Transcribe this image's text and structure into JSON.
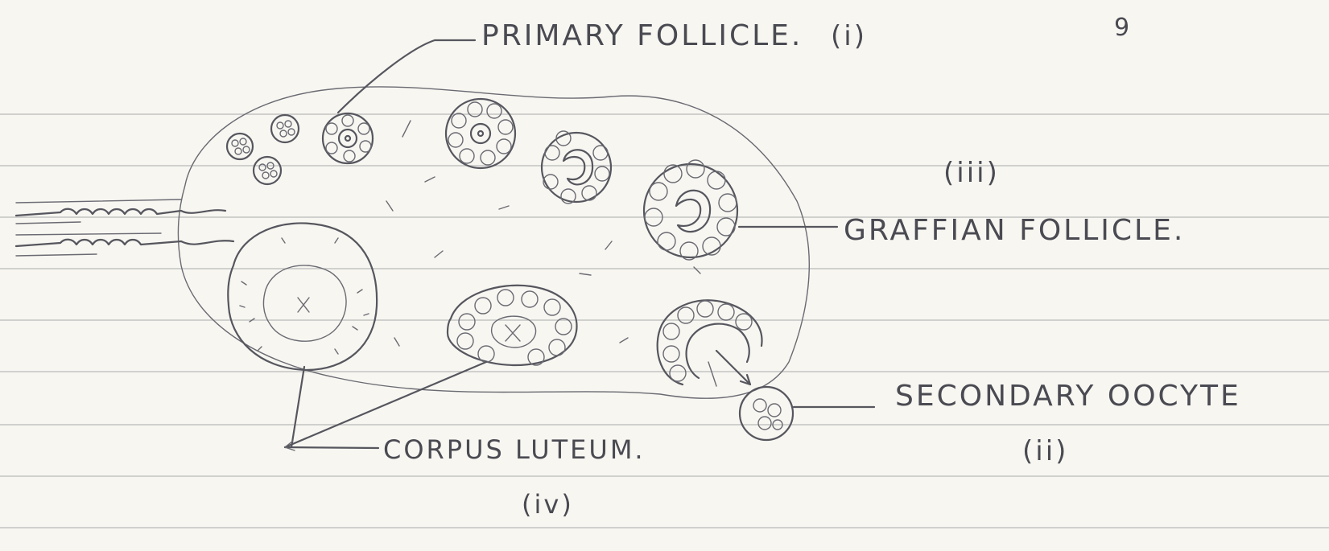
{
  "page_number": "9",
  "labels": {
    "primary_follicle": "PRIMARY FOLLICLE.",
    "primary_follicle_num": "(i)",
    "graffian_follicle": "GRAFFIAN FOLLICLE.",
    "graffian_num": "(iii)",
    "secondary_oocyte": "SECONDARY OOCYTE",
    "secondary_oocyte_num": "(ii)",
    "corpus_luteum": "CORPUS LUTEUM.",
    "corpus_luteum_num": "(iv)"
  },
  "colors": {
    "paper": "#f7f6f1",
    "ruled_line": "#b9b9b9",
    "ink": "#56565e"
  }
}
